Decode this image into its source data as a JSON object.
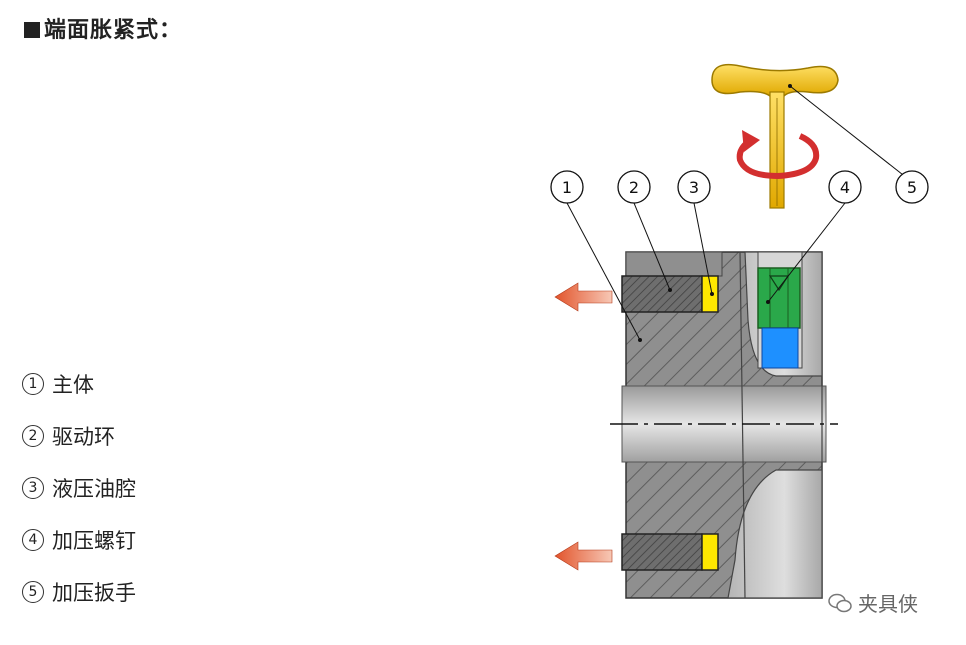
{
  "title": "端面胀紧式：",
  "legend": [
    {
      "num": "1",
      "label": "主体"
    },
    {
      "num": "2",
      "label": "驱动环"
    },
    {
      "num": "3",
      "label": "液压油腔"
    },
    {
      "num": "4",
      "label": "加压螺钉"
    },
    {
      "num": "5",
      "label": "加压扳手"
    }
  ],
  "callouts": [
    "1",
    "2",
    "3",
    "4",
    "5"
  ],
  "watermark": "夹具侠",
  "colors": {
    "body": "#8a8a8a",
    "body_light": "#bdbdbd",
    "ring": "#5d5d5d",
    "oil": "#ffe800",
    "screw": "#2aa84a",
    "fluid": "#1e90ff",
    "wrench": "#f4c20d",
    "rotate_arrow": "#d32f2f",
    "push_arrow": "#d9532b"
  }
}
